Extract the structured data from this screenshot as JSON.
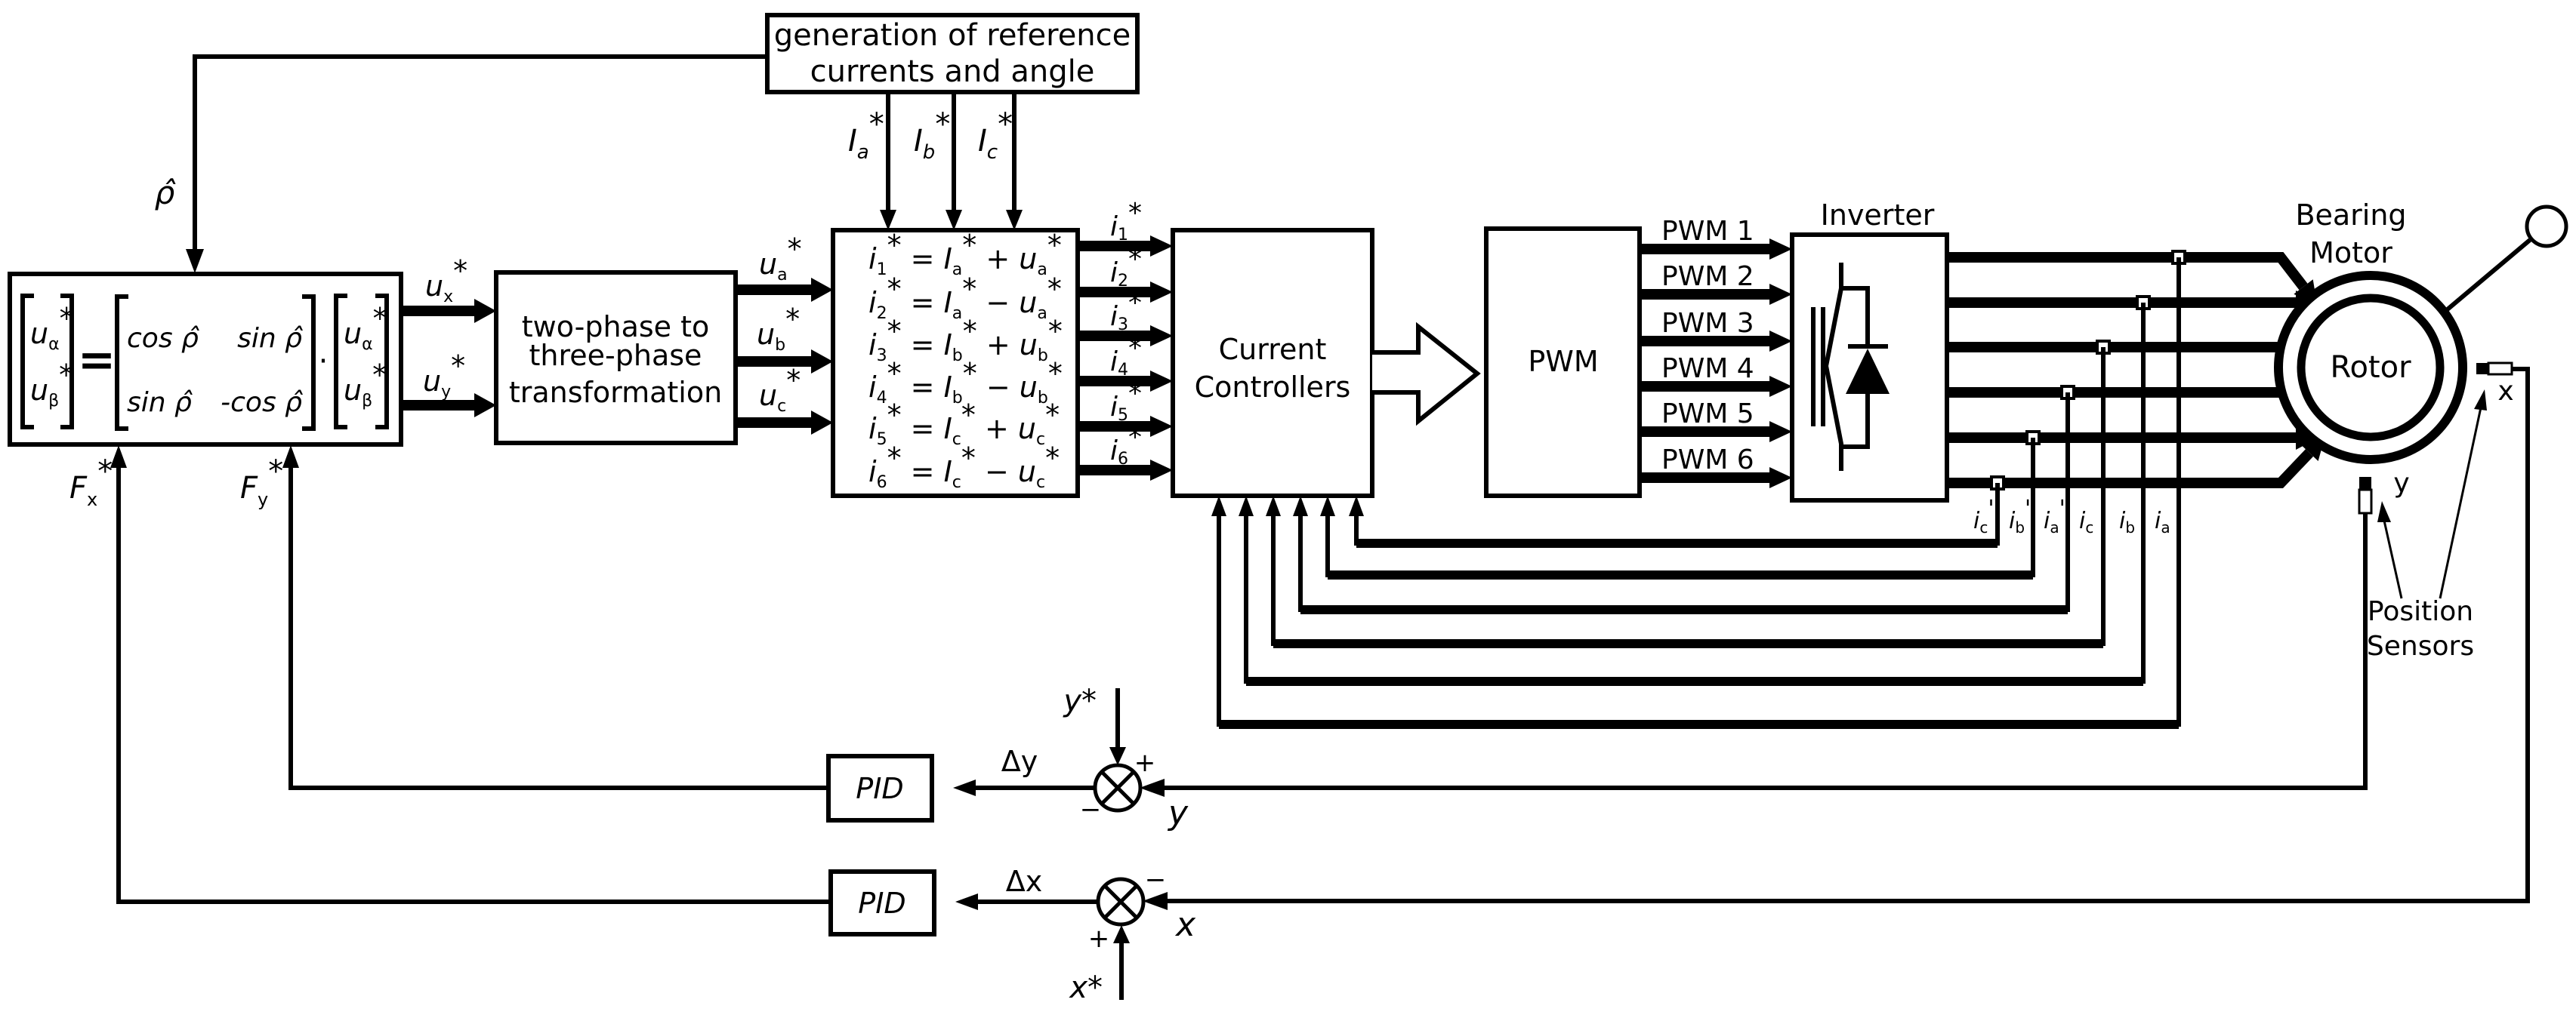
{
  "diagram": {
    "title": "Bearingless motor control block diagram",
    "colors": {
      "line": "#000000",
      "background": "#ffffff"
    },
    "generation_block": {
      "line1": "generation of reference",
      "line2": "currents and angle"
    },
    "reference_currents": {
      "Ia": "I",
      "Ia_sub": "a",
      "Ib": "I",
      "Ib_sub": "b",
      "Ic": "I",
      "Ic_sub": "c",
      "star": "*"
    },
    "angle_label": "ρ̂",
    "matrix_block": {
      "lhs": [
        {
          "var": "u",
          "sub": "α",
          "star": "*"
        },
        {
          "var": "u",
          "sub": "β",
          "star": "*"
        }
      ],
      "equals": "=",
      "matrix": [
        [
          "cos ρ̂",
          "sin ρ̂"
        ],
        [
          "sin ρ̂",
          "-cos ρ̂"
        ]
      ],
      "dot": "·",
      "rhs": [
        {
          "var": "u",
          "sub": "α",
          "star": "*"
        },
        {
          "var": "u",
          "sub": "β",
          "star": "*"
        }
      ]
    },
    "matrix_outputs": [
      {
        "var": "u",
        "sub": "x",
        "star": "*"
      },
      {
        "var": "u",
        "sub": "y",
        "star": "*"
      }
    ],
    "force_inputs": [
      {
        "var": "F",
        "sub": "x",
        "star": "*"
      },
      {
        "var": "F",
        "sub": "y",
        "star": "*"
      }
    ],
    "transform_block": {
      "line1": "two-phase to",
      "line2": "three-phase",
      "line3": "transformation"
    },
    "transform_outputs": [
      {
        "var": "u",
        "sub": "a",
        "star": "*"
      },
      {
        "var": "u",
        "sub": "b",
        "star": "*"
      },
      {
        "var": "u",
        "sub": "c",
        "star": "*"
      }
    ],
    "equations": [
      {
        "lhs": "1",
        "I": "a",
        "op": "+",
        "u": "a"
      },
      {
        "lhs": "2",
        "I": "a",
        "op": "−",
        "u": "a"
      },
      {
        "lhs": "3",
        "I": "b",
        "op": "+",
        "u": "b"
      },
      {
        "lhs": "4",
        "I": "b",
        "op": "−",
        "u": "b"
      },
      {
        "lhs": "5",
        "I": "c",
        "op": "+",
        "u": "c"
      },
      {
        "lhs": "6",
        "I": "c",
        "op": "−",
        "u": "c"
      }
    ],
    "equation_outputs": [
      "1",
      "2",
      "3",
      "4",
      "5",
      "6"
    ],
    "current_controllers": {
      "line1": "Current",
      "line2": "Controllers"
    },
    "pwm_block": {
      "label": "PWM"
    },
    "pwm_signals": [
      "PWM 1",
      "PWM 2",
      "PWM 3",
      "PWM 4",
      "PWM 5",
      "PWM 6"
    ],
    "inverter": {
      "label": "Inverter"
    },
    "measured_currents": [
      {
        "var": "i",
        "sub": "c",
        "prime": "'"
      },
      {
        "var": "i",
        "sub": "b",
        "prime": "'"
      },
      {
        "var": "i",
        "sub": "a",
        "prime": "'"
      },
      {
        "var": "i",
        "sub": "c",
        "prime": ""
      },
      {
        "var": "i",
        "sub": "b",
        "prime": ""
      },
      {
        "var": "i",
        "sub": "a",
        "prime": ""
      }
    ],
    "motor": {
      "line1": "Bearing",
      "line2": "Motor",
      "rotor": "Rotor"
    },
    "sensors": {
      "x_label": "x",
      "y_label": "y",
      "line1": "Position",
      "line2": "Sensors"
    },
    "y_loop": {
      "ref": "y*",
      "feedback": "y",
      "error": "Δy",
      "plus": "+",
      "minus": "−",
      "controller": "PID"
    },
    "x_loop": {
      "ref": "x*",
      "feedback": "x",
      "error": "Δx",
      "plus": "+",
      "minus": "−",
      "controller": "PID"
    }
  }
}
